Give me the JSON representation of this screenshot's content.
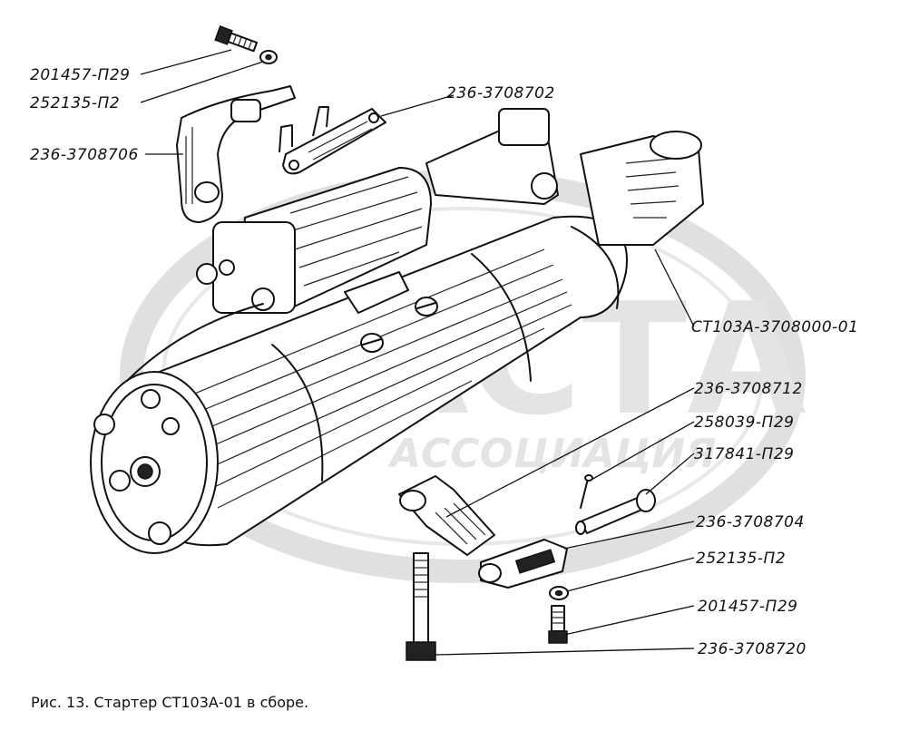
{
  "figure": {
    "caption": "Рис. 13. Стартер СТ103А-01 в сборе.",
    "watermark": {
      "logo_text": "АСТА",
      "sub_text": "АССОЦИАЦИЯ"
    },
    "labels": [
      {
        "id": "bolt-top",
        "text": "201457-П29"
      },
      {
        "id": "washer-top",
        "text": "252135-П2"
      },
      {
        "id": "bracket-clamp",
        "text": "236-3708706"
      },
      {
        "id": "lever-plate",
        "text": "236-3708702"
      },
      {
        "id": "starter-assembly",
        "text": "СТ103А-3708000-01"
      },
      {
        "id": "lever",
        "text": "236-3708712"
      },
      {
        "id": "cotter-pin",
        "text": "258039-П29"
      },
      {
        "id": "pin",
        "text": "317841-П29"
      },
      {
        "id": "bracket-bottom",
        "text": "236-3708704"
      },
      {
        "id": "washer-bottom",
        "text": "252135-П2"
      },
      {
        "id": "bolt-bottom",
        "text": "201457-П29"
      },
      {
        "id": "long-bolt",
        "text": "236-3708720"
      }
    ]
  }
}
